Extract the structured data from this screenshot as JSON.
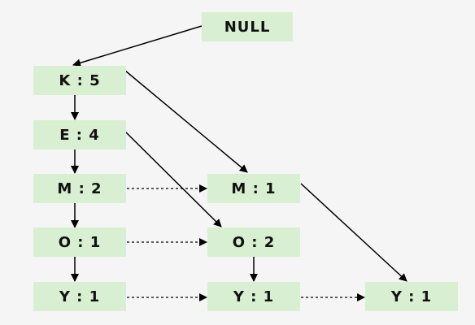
{
  "diagram": {
    "nodes": {
      "null": "NULL",
      "k5": "K : 5",
      "e4": "E : 4",
      "m2": "M : 2",
      "o1": "O : 1",
      "y1a": "Y : 1",
      "m1": "M : 1",
      "o2": "O : 2",
      "y1b": "Y : 1",
      "y1c": "Y : 1"
    }
  },
  "colors": {
    "node_fill": "#d8efd1",
    "text": "#111111",
    "edge": "#000000",
    "background": "#f5f5f5"
  }
}
